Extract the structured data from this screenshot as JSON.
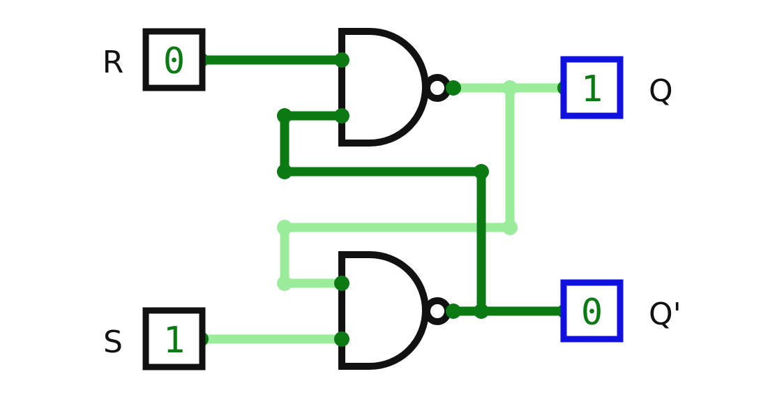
{
  "colors": {
    "wire_active": "#0b7a12",
    "wire_inactive": "#9aeb9a",
    "dot_active": "#0b7a12",
    "input_border": "#111111",
    "output_border": "#1010e0",
    "gate_stroke": "#111111",
    "value_text": "#0b7a12"
  },
  "inputs": {
    "r": {
      "label": "R",
      "value": "0"
    },
    "s": {
      "label": "S",
      "value": "1"
    }
  },
  "outputs": {
    "q": {
      "label": "Q",
      "value": "1"
    },
    "q_bar": {
      "label": "Q'",
      "value": "0"
    }
  }
}
